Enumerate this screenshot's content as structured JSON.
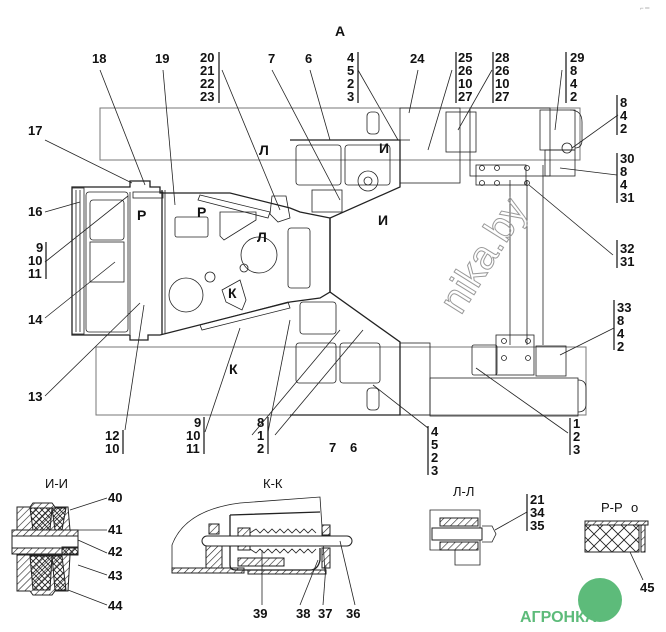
{
  "view_title": "А",
  "corner_mark": "⌐ ═",
  "callouts": {
    "top": [
      {
        "id": "c18",
        "text": [
          "18"
        ]
      },
      {
        "id": "c19",
        "text": [
          "19"
        ]
      },
      {
        "id": "c20",
        "text": [
          "20",
          "21",
          "22",
          "23"
        ]
      },
      {
        "id": "c7t",
        "text": [
          "7"
        ]
      },
      {
        "id": "c6t",
        "text": [
          "6"
        ]
      },
      {
        "id": "c4t",
        "text": [
          "4",
          "5",
          "2",
          "3"
        ]
      },
      {
        "id": "c24",
        "text": [
          "24"
        ]
      },
      {
        "id": "c25",
        "text": [
          "25",
          "26",
          "10",
          "27"
        ]
      },
      {
        "id": "c28",
        "text": [
          "28",
          "26",
          "10",
          "27"
        ]
      },
      {
        "id": "c29",
        "text": [
          "29",
          "8",
          "4",
          "2"
        ]
      }
    ],
    "right": [
      {
        "id": "c842a",
        "text": [
          "8",
          "4",
          "2"
        ]
      },
      {
        "id": "c30",
        "text": [
          "30",
          "8",
          "4",
          "31"
        ]
      },
      {
        "id": "c32",
        "text": [
          "32",
          "31"
        ]
      },
      {
        "id": "c33",
        "text": [
          "33",
          "8",
          "4",
          "2"
        ]
      },
      {
        "id": "c123",
        "text": [
          "1",
          "2",
          "3"
        ]
      }
    ],
    "left": [
      {
        "id": "c17",
        "text": [
          "17"
        ]
      },
      {
        "id": "c16",
        "text": [
          "16"
        ]
      },
      {
        "id": "c9l",
        "text": [
          "9",
          "10",
          "11"
        ]
      },
      {
        "id": "c14",
        "text": [
          "14"
        ]
      },
      {
        "id": "c13",
        "text": [
          "13"
        ]
      }
    ],
    "bottom": [
      {
        "id": "c12",
        "text": [
          "12",
          "10"
        ]
      },
      {
        "id": "c9b",
        "text": [
          "9",
          "10",
          "11"
        ]
      },
      {
        "id": "c812",
        "text": [
          "8",
          "1",
          "2"
        ]
      },
      {
        "id": "c7b",
        "text": [
          "7"
        ]
      },
      {
        "id": "c6b",
        "text": [
          "6"
        ]
      },
      {
        "id": "c4b",
        "text": [
          "4",
          "5",
          "2",
          "3"
        ]
      }
    ]
  },
  "cut_marks": {
    "l": "Л",
    "i": "И",
    "k": "К",
    "p": "Р"
  },
  "sections": {
    "ii": {
      "title": "И-И",
      "labels": [
        "40",
        "41",
        "42",
        "43",
        "44"
      ]
    },
    "kk": {
      "title": "К-К",
      "labels": [
        "39",
        "38",
        "37",
        "36"
      ]
    },
    "ll": {
      "title": "Л-Л",
      "labels": [
        "21",
        "34",
        "35"
      ]
    },
    "pp": {
      "title": "Р-Р",
      "symbol": "о",
      "labels": [
        "45"
      ]
    }
  },
  "watermark": {
    "text": "nika.by"
  },
  "logo": {
    "text": "АГРОНКА",
    "color": "#5dbb7a"
  },
  "colors": {
    "ink": "#111111",
    "logo_green": "#5dbb7a"
  }
}
